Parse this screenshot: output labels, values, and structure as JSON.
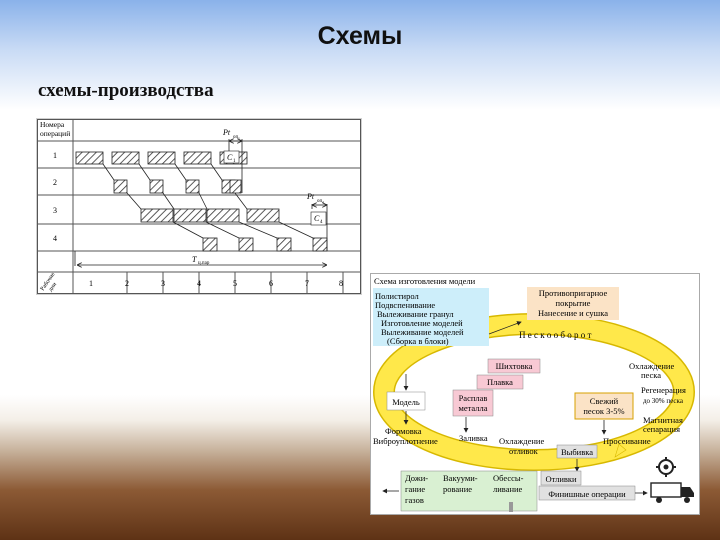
{
  "slide": {
    "title": "Схемы",
    "subtitle": "схемы-производства"
  },
  "gantt": {
    "header_label_line1": "Номера",
    "header_label_line2": "операций",
    "row_labels": [
      "1",
      "2",
      "3",
      "4"
    ],
    "days_label_line1": "Рабочие",
    "days_label_line2": "дни",
    "day_numbers": [
      "1",
      "2",
      "3",
      "4",
      "5",
      "6",
      "7",
      "8"
    ],
    "label_pt1": "Pt",
    "label_pt1_sub": "оп₁",
    "label_c1": "C",
    "label_c1_sub": "1",
    "label_pt4": "Pt",
    "label_pt4_sub": "оп₄",
    "label_c4": "C",
    "label_c4_sub": "4",
    "label_t": "T",
    "label_t_sub": "ц.пар"
  },
  "flow": {
    "model_scheme_title": "Схема изготовления модели",
    "model_steps": [
      "Полистирол",
      "Подвспенивание",
      "Вылеживание гранул",
      "Изготовление моделей",
      "Вылеживание моделей",
      "(Сборка в блоки)"
    ],
    "coating": [
      "Противопригарное",
      "покрытие",
      "Нанесение и сушка"
    ],
    "sand_cycle": "П е с к о о б о р о т",
    "charge": "Шихтовка",
    "melt": "Плавка",
    "metal": [
      "Расплав",
      "металла"
    ],
    "cooling_sand": [
      "Охлаждение",
      "песка"
    ],
    "regen": [
      "Регенерация",
      "до 30% песка"
    ],
    "fresh_sand": [
      "Свежий",
      "песок 3-5%"
    ],
    "magnetic": [
      "Магнитная",
      "сепарация"
    ],
    "model": "Модель",
    "molding": [
      "Формовка",
      "Виброуплотнение"
    ],
    "pouring": "Заливка",
    "cooling_cast": [
      "Охлаждение",
      "отливок"
    ],
    "knockout": "Выбивка",
    "sifting": "Просеивание",
    "bottom": [
      "Дожи-",
      "гание",
      "газов",
      "Вакууми-",
      "рование",
      "Обессы-",
      "ливание"
    ],
    "castings": "Отливки",
    "finishing": "Финишные операции"
  },
  "colors": {
    "ring": "#ffe84a",
    "ring_edge": "#d7b800",
    "model_box": "#cdeefa",
    "coating_box": "#fbe3c6",
    "melt_box": "#f8c9d4",
    "green_box": "#d9f0d2",
    "gray_box": "#e1e1e1"
  }
}
